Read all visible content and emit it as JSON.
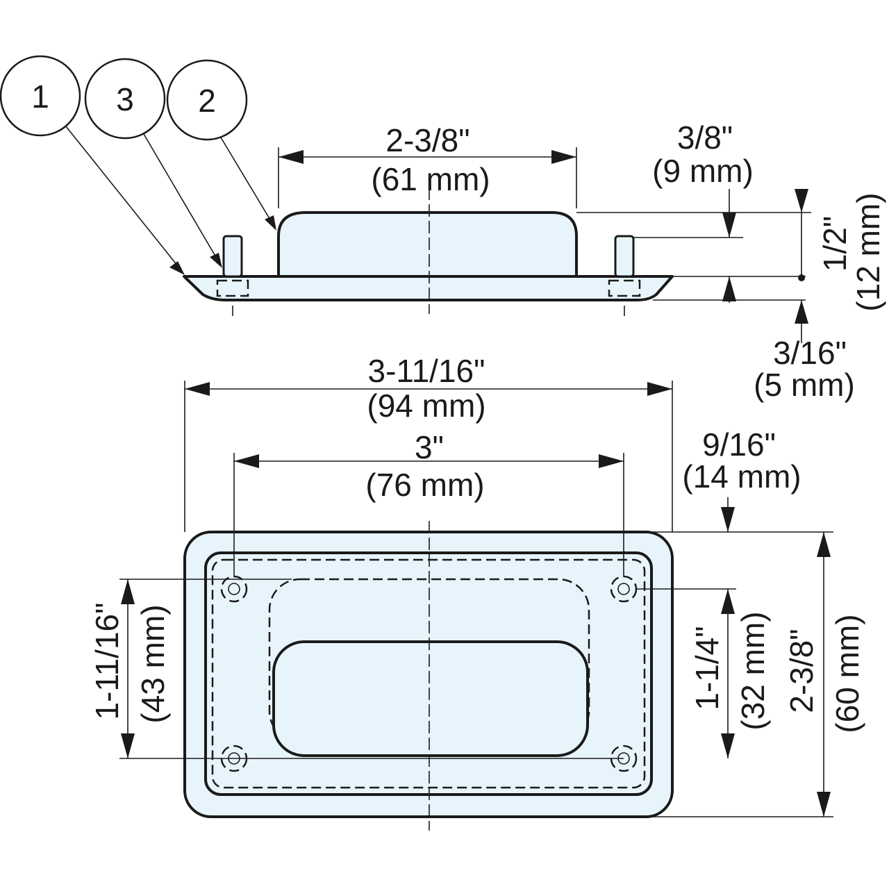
{
  "balloons": [
    "1",
    "3",
    "2"
  ],
  "top_view": {
    "cup_width": "2-3/8\"",
    "cup_width_mm": "(61 mm)",
    "cup_depth": "3/8\"",
    "cup_depth_mm": "(9 mm)",
    "total_height": "1/2\"",
    "total_height_mm": "(12 mm)",
    "flange_thickness": "3/16\"",
    "flange_thickness_mm": "(5 mm)"
  },
  "front_view": {
    "overall_width": "3-11/16\"",
    "overall_width_mm": "(94 mm)",
    "stud_spacing_x": "3\"",
    "stud_spacing_x_mm": "(76 mm)",
    "flange_offset": "9/16\"",
    "flange_offset_mm": "(14 mm)",
    "stud_spacing_y": "1-11/16\"",
    "stud_spacing_y_mm": "(43 mm)",
    "inner_height": "1-1/4\"",
    "inner_height_mm": "(32 mm)",
    "overall_height": "2-3/8\"",
    "overall_height_mm": "(60 mm)"
  },
  "colors": {
    "part_fill": "#e8f4fb",
    "line": "#1a1a1a"
  }
}
